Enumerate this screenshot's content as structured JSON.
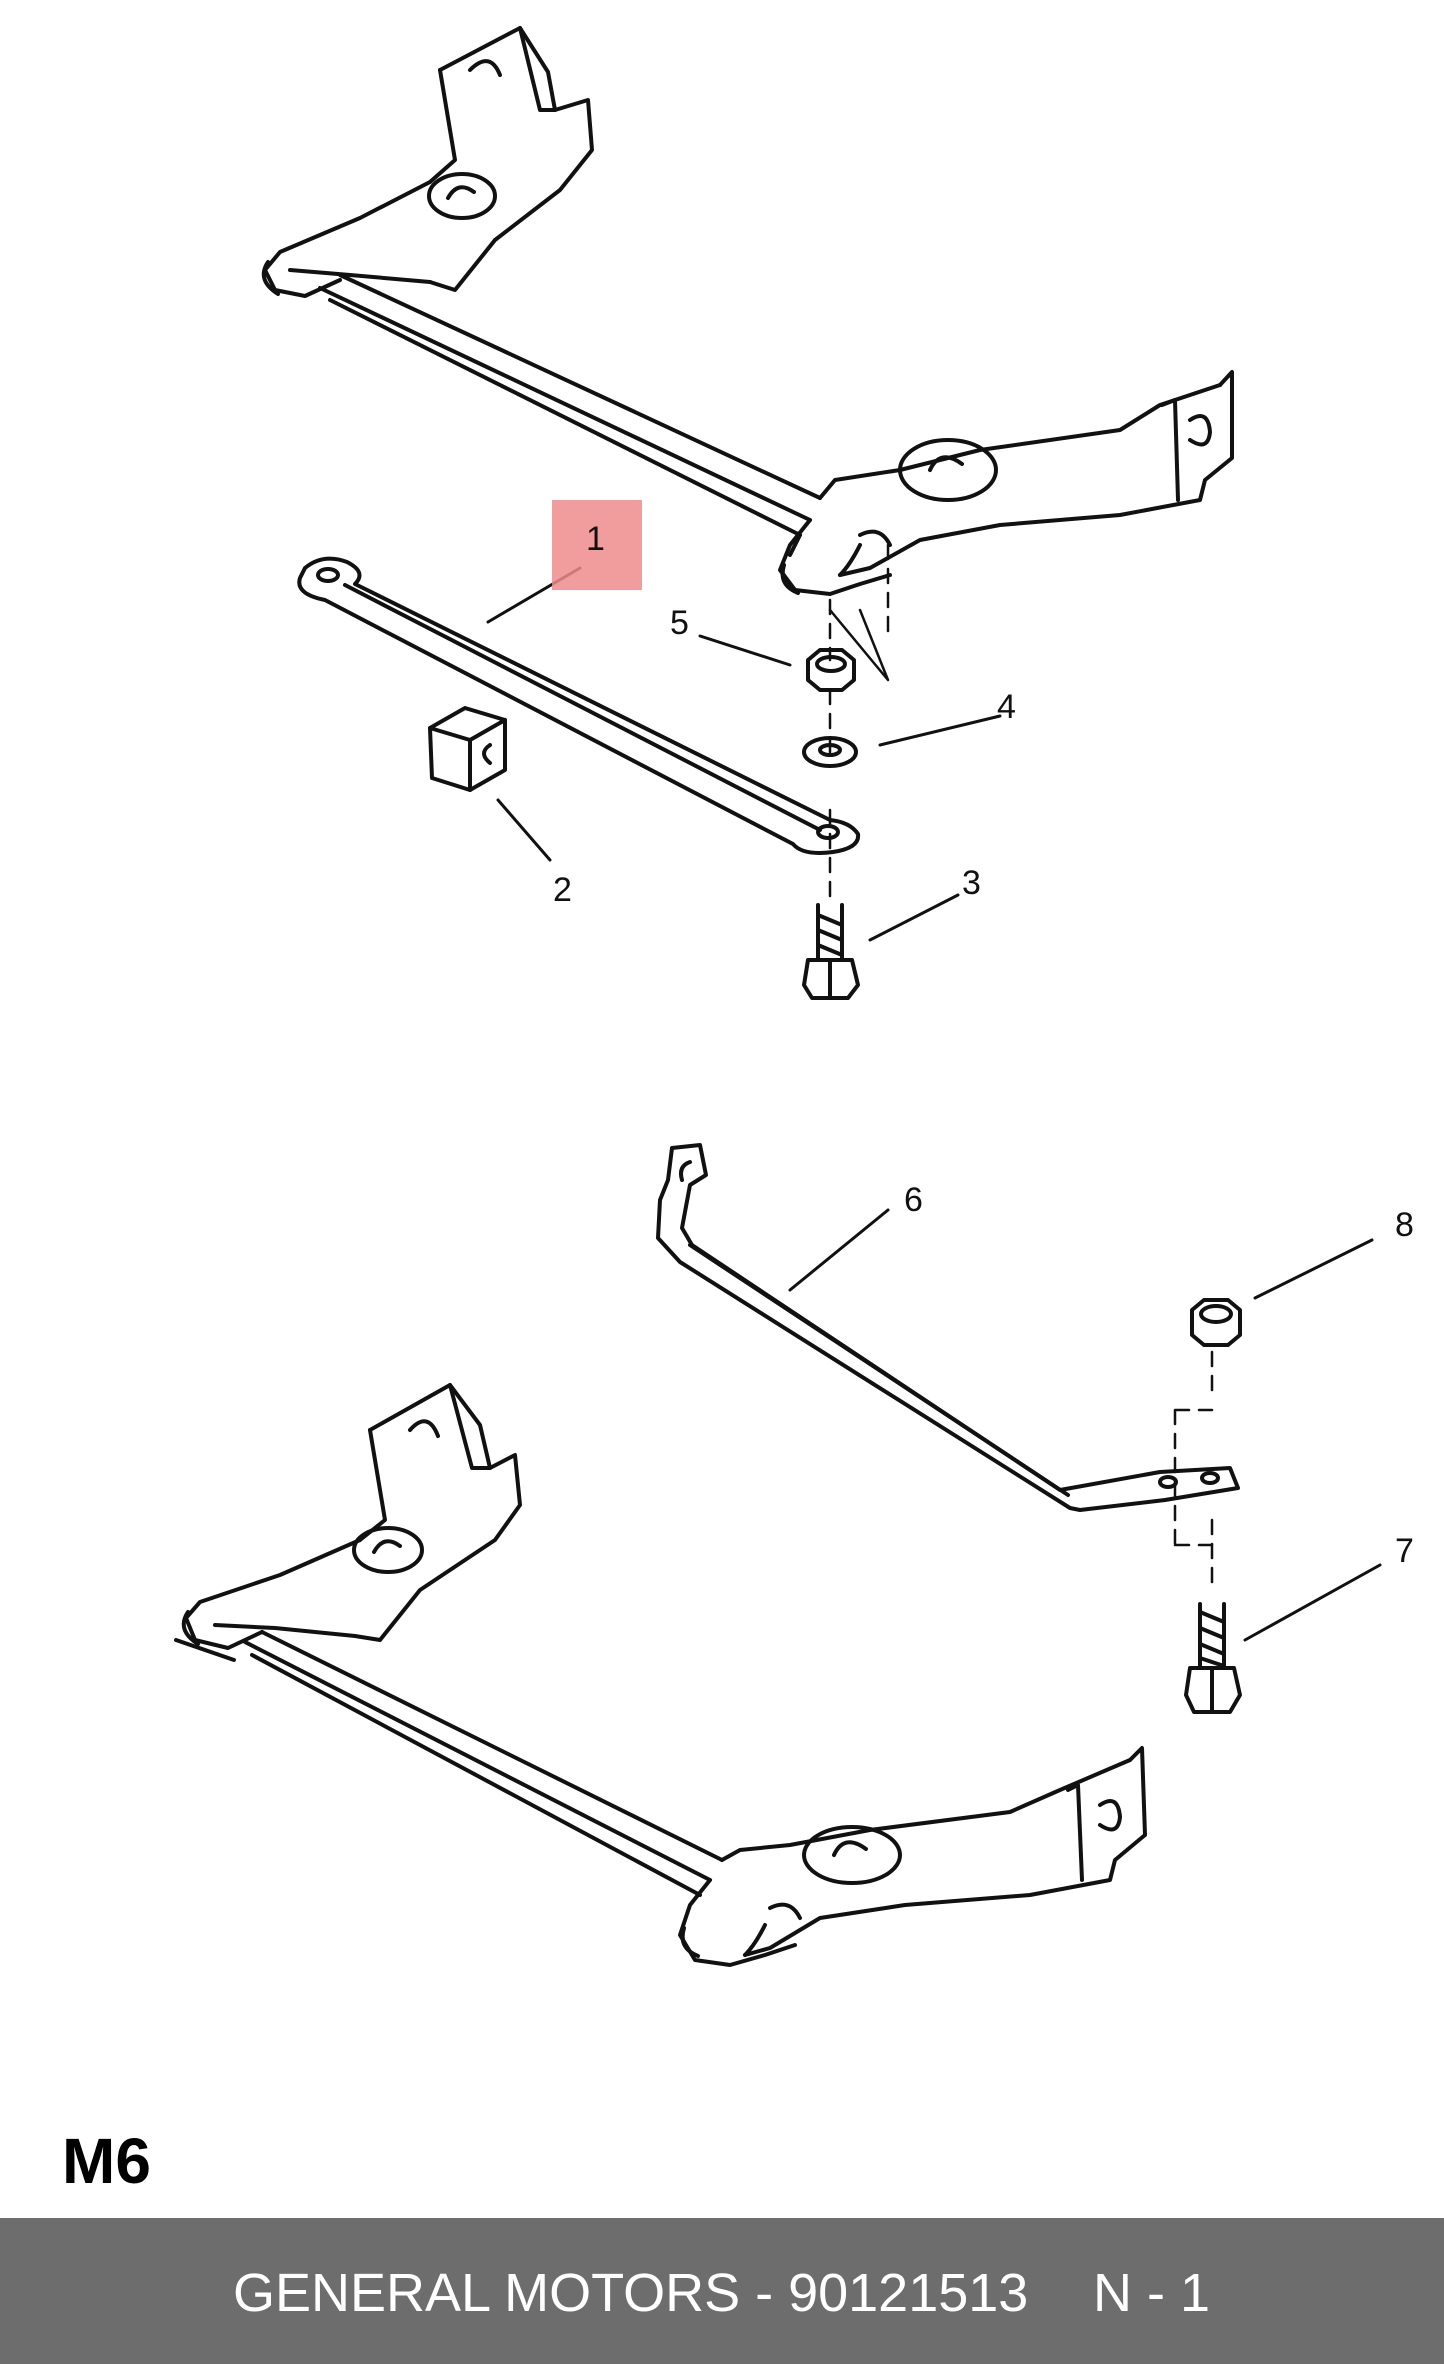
{
  "diagram": {
    "highlight_color": "#f08c8c",
    "line_color": "#111111",
    "callouts": [
      {
        "id": "1",
        "label": "1"
      },
      {
        "id": "2",
        "label": "2"
      },
      {
        "id": "3",
        "label": "3"
      },
      {
        "id": "4",
        "label": "4"
      },
      {
        "id": "5",
        "label": "5"
      },
      {
        "id": "6",
        "label": "6"
      },
      {
        "id": "7",
        "label": "7"
      },
      {
        "id": "8",
        "label": "8"
      }
    ]
  },
  "section_code": "M6",
  "footer": {
    "title": "GENERAL MOTORS - 90121513",
    "page": "N - 1",
    "background": "#6d6d6d"
  }
}
